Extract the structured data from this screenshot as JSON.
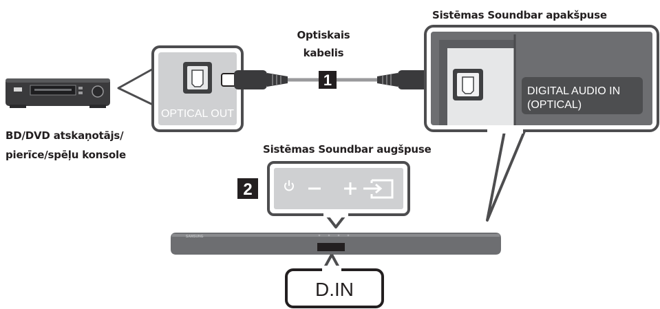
{
  "labels": {
    "cable_line1": "Optiskais",
    "cable_line2": "kabelis",
    "soundbar_bottom": "Sistēmas Soundbar apakšpuse",
    "soundbar_top": "Sistēmas Soundbar augšpuse",
    "player_line1": "BD/DVD atskaņotājs/",
    "player_line2": "pierīce/spēļu konsole"
  },
  "ports": {
    "optical_out": "OPTICAL OUT",
    "digital_in_line1": "DIGITAL AUDIO IN",
    "digital_in_line2": "(OPTICAL)"
  },
  "steps": {
    "step1": "1",
    "step2": "2"
  },
  "display": {
    "mode": "D.IN"
  },
  "soundbar": {
    "brand": "SAMSUNG"
  },
  "icons": {
    "power": "power-icon",
    "minus": "minus-icon",
    "plus": "plus-icon",
    "source": "source-icon"
  },
  "colors": {
    "panel_gray": "#cfd0d2",
    "dark_frame": "#4d4d4f",
    "soundbar_gray": "#6d6e71",
    "text": "#231f20"
  }
}
